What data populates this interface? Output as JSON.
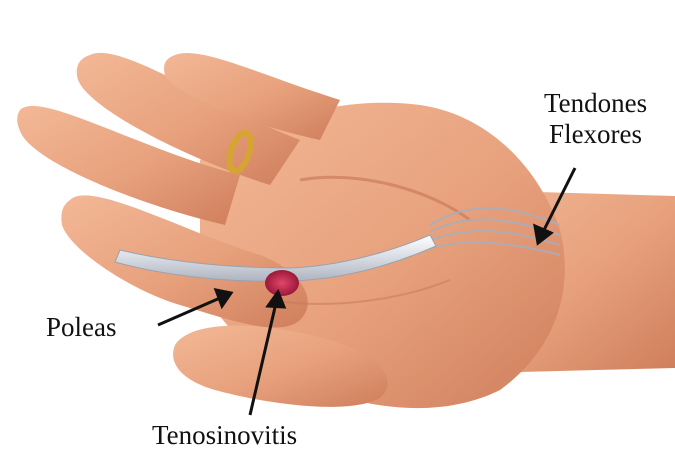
{
  "figure": {
    "labels": {
      "tendones_line1": "Tendones",
      "tendones_line2": "Flexores",
      "poleas": "Poleas",
      "tenosinovitis": "Tenosinovitis"
    },
    "colors": {
      "skin": "#e9a27e",
      "skin_shadow": "#c9785a",
      "tendon": "#dfe3ea",
      "inflammation": "#a5173a",
      "ring": "#d6a433",
      "text": "#111111"
    }
  }
}
